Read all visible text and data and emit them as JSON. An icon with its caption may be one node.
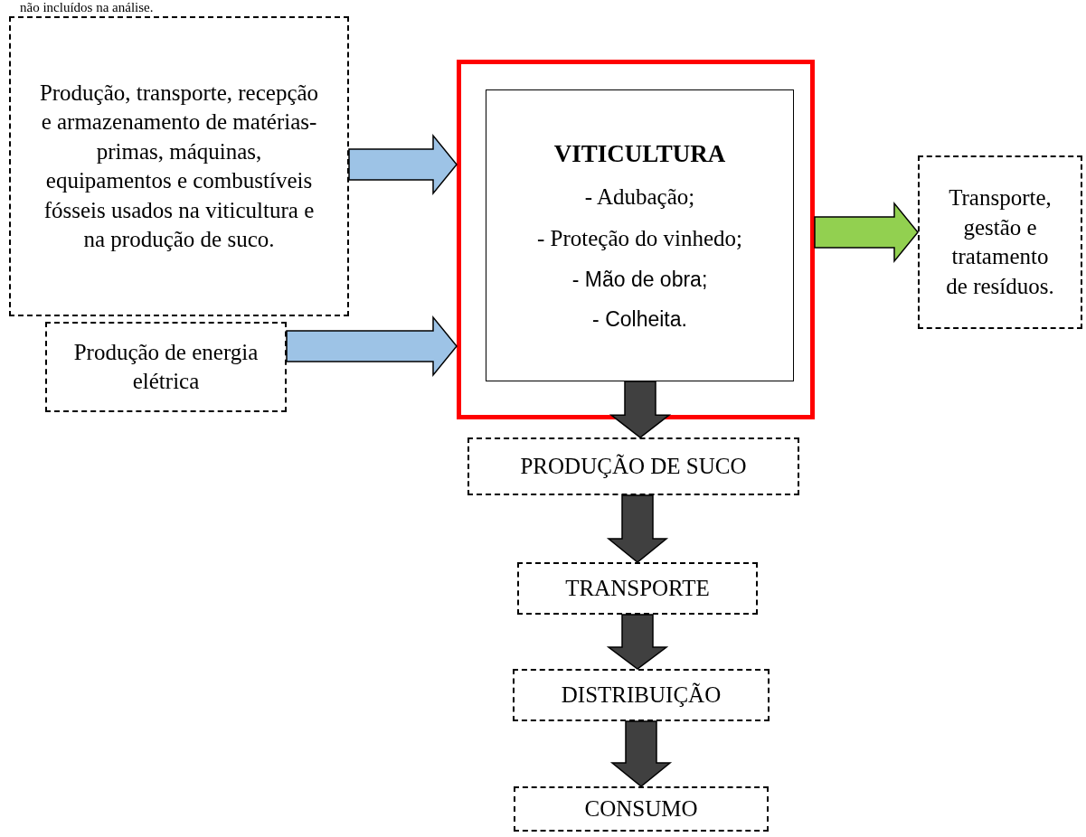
{
  "diagram": {
    "nodes": [
      {
        "text": [
          "Produção, transporte, recepção e armazenamento de matérias-primas, máquinas, equipamentos e combustíveis fósseis usados na viticultura e na produção de suco."
        ]
      },
      {
        "text": [
          "Produção de energia elétrica"
        ]
      },
      {
        "text": [],
        "shape": "box"
      },
      {
        "text": [
          "VITICULTURA",
          "- Adubação;",
          "- Proteção do vinhedo;",
          "- Mão de obra;",
          "- Colheita."
        ],
        "in": 2
      },
      {
        "text": [
          "Transporte, gestão e tratamento de resíduos."
        ]
      },
      {
        "text": [
          "PRODUÇÃO DE SUCO"
        ]
      },
      {
        "text": [
          "TRANSPORTE"
        ]
      },
      {
        "text": [
          "DISTRIBUIÇÃO"
        ]
      },
      {
        "text": [
          "CONSUMO"
        ]
      }
    ],
    "edges": [
      {
        "from": 0,
        "to": 2,
        "arrow": "to",
        "color": "#9dc3e6"
      },
      {
        "from": 1,
        "to": 2,
        "arrow": "to",
        "color": "#9dc3e6"
      },
      {
        "from": 2,
        "to": 4,
        "arrow": "to",
        "color": "#92d050"
      },
      {
        "from": 3,
        "to": 5,
        "arrow": "to"
      },
      {
        "from": 5,
        "to": 6,
        "arrow": "to"
      },
      {
        "from": 6,
        "to": 7,
        "arrow": "to"
      },
      {
        "from": 7,
        "to": 8,
        "arrow": "to"
      }
    ],
    "labels": [
      "não incluídos na análise."
    ]
  }
}
